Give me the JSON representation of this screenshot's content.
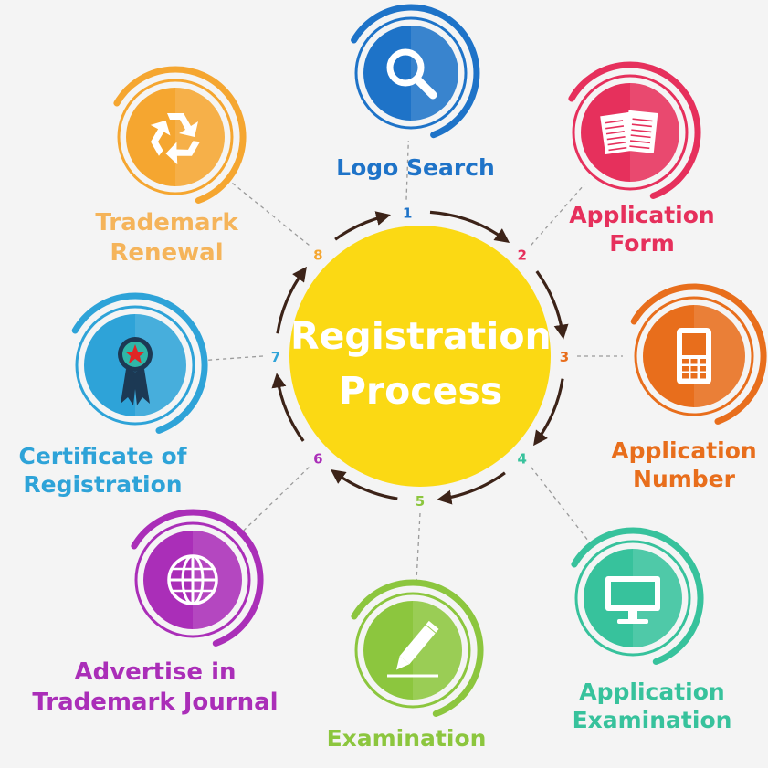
{
  "center": {
    "line1": "Registration",
    "line2": "Process"
  },
  "steps": [
    {
      "number": "1",
      "line1": "Logo Search",
      "line2": "",
      "icon": "search-icon",
      "color": "#1e73c8"
    },
    {
      "number": "2",
      "line1": "Application",
      "line2": "Form",
      "icon": "document-icon",
      "color": "#e6305c"
    },
    {
      "number": "3",
      "line1": "Application",
      "line2": "Number",
      "icon": "mobile-phone-icon",
      "color": "#e86e1c"
    },
    {
      "number": "4",
      "line1": "Application",
      "line2": "Examination",
      "icon": "computer-monitor-icon",
      "color": "#37c29c"
    },
    {
      "number": "5",
      "line1": "Examination",
      "line2": "",
      "icon": "pencil-icon",
      "color": "#8cc63e"
    },
    {
      "number": "6",
      "line1": "Advertise in",
      "line2": "Trademark Journal",
      "icon": "globe-icon",
      "color": "#aa2eb8"
    },
    {
      "number": "7",
      "line1": "Certificate of",
      "line2": "Registration",
      "icon": "award-ribbon-icon",
      "color": "#2ea3d8"
    },
    {
      "number": "8",
      "line1": "Trademark",
      "line2": "Renewal",
      "icon": "recycle-icon",
      "color": "#f5a630"
    }
  ],
  "colors": {
    "center": "#fbd914",
    "arrow": "#3c2318",
    "connector": "#9a9a9a",
    "background": "#f4f4f4"
  }
}
